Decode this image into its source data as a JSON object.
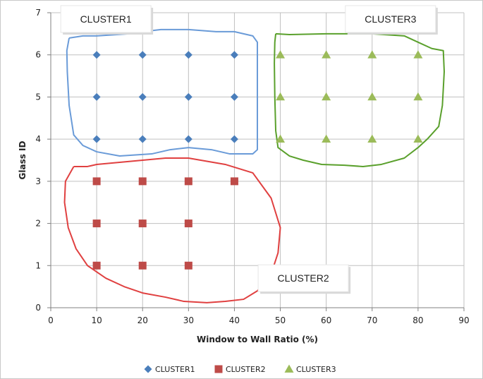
{
  "chart_data": {
    "type": "scatter",
    "xlabel": "Window to Wall Ratio (%)",
    "ylabel": "Glass ID",
    "xlim": [
      0,
      90
    ],
    "ylim": [
      0,
      7
    ],
    "xticks": [
      "0",
      "10",
      "20",
      "30",
      "40",
      "50",
      "60",
      "70",
      "80",
      "90"
    ],
    "yticks": [
      "0",
      "1",
      "2",
      "3",
      "4",
      "5",
      "6",
      "7"
    ],
    "grid": true,
    "legend_position": "bottom",
    "series": [
      {
        "name": "CLUSTER1",
        "marker": "diamond",
        "color": "#4a7ebb",
        "outline_color": "#6a9bd8",
        "points": [
          [
            10,
            6
          ],
          [
            20,
            6
          ],
          [
            30,
            6
          ],
          [
            40,
            6
          ],
          [
            10,
            5
          ],
          [
            20,
            5
          ],
          [
            30,
            5
          ],
          [
            40,
            5
          ],
          [
            10,
            4
          ],
          [
            20,
            4
          ],
          [
            30,
            4
          ],
          [
            40,
            4
          ]
        ]
      },
      {
        "name": "CLUSTER2",
        "marker": "square",
        "color": "#be4b48",
        "outline_color": "#e04040",
        "points": [
          [
            10,
            3
          ],
          [
            20,
            3
          ],
          [
            30,
            3
          ],
          [
            40,
            3
          ],
          [
            10,
            2
          ],
          [
            20,
            2
          ],
          [
            30,
            2
          ],
          [
            10,
            1
          ],
          [
            20,
            1
          ],
          [
            30,
            1
          ]
        ]
      },
      {
        "name": "CLUSTER3",
        "marker": "triangle",
        "color": "#9bbb59",
        "outline_color": "#5aa02c",
        "points": [
          [
            50,
            6
          ],
          [
            60,
            6
          ],
          [
            70,
            6
          ],
          [
            80,
            6
          ],
          [
            50,
            5
          ],
          [
            60,
            5
          ],
          [
            70,
            5
          ],
          [
            80,
            5
          ],
          [
            50,
            4
          ],
          [
            60,
            4
          ],
          [
            70,
            4
          ],
          [
            80,
            4
          ]
        ]
      }
    ],
    "annotations": [
      {
        "text": "CLUSTER1",
        "x": 12,
        "y": 6.85
      },
      {
        "text": "CLUSTER2",
        "x": 55,
        "y": 0.7
      },
      {
        "text": "CLUSTER3",
        "x": 74,
        "y": 6.85
      }
    ],
    "outlines": [
      {
        "series": "CLUSTER1",
        "points": [
          [
            4,
            6.4
          ],
          [
            7,
            6.45
          ],
          [
            10,
            6.45
          ],
          [
            17,
            6.5
          ],
          [
            20,
            6.55
          ],
          [
            24,
            6.6
          ],
          [
            30,
            6.6
          ],
          [
            36,
            6.55
          ],
          [
            40,
            6.55
          ],
          [
            44,
            6.45
          ],
          [
            45,
            6.3
          ],
          [
            45,
            5.5
          ],
          [
            45,
            4.5
          ],
          [
            45,
            3.75
          ],
          [
            44,
            3.65
          ],
          [
            39,
            3.65
          ],
          [
            35,
            3.75
          ],
          [
            30,
            3.8
          ],
          [
            26,
            3.75
          ],
          [
            22,
            3.65
          ],
          [
            15,
            3.6
          ],
          [
            10,
            3.7
          ],
          [
            7,
            3.85
          ],
          [
            5,
            4.1
          ],
          [
            4,
            4.8
          ],
          [
            3.6,
            5.6
          ],
          [
            3.5,
            6.1
          ],
          [
            4,
            6.4
          ]
        ]
      },
      {
        "series": "CLUSTER2",
        "points": [
          [
            5,
            3.35
          ],
          [
            8,
            3.35
          ],
          [
            10,
            3.4
          ],
          [
            15,
            3.45
          ],
          [
            20,
            3.5
          ],
          [
            25,
            3.55
          ],
          [
            30,
            3.55
          ],
          [
            38,
            3.4
          ],
          [
            44,
            3.2
          ],
          [
            48,
            2.6
          ],
          [
            50,
            1.9
          ],
          [
            49.5,
            1.3
          ],
          [
            48,
            0.8
          ],
          [
            45,
            0.4
          ],
          [
            42,
            0.2
          ],
          [
            38,
            0.15
          ],
          [
            34,
            0.12
          ],
          [
            29,
            0.15
          ],
          [
            25,
            0.25
          ],
          [
            20,
            0.35
          ],
          [
            16,
            0.5
          ],
          [
            12,
            0.7
          ],
          [
            8,
            1.0
          ],
          [
            5.5,
            1.4
          ],
          [
            3.8,
            1.9
          ],
          [
            3,
            2.5
          ],
          [
            3.2,
            3.0
          ],
          [
            5,
            3.35
          ]
        ]
      },
      {
        "series": "CLUSTER3",
        "points": [
          [
            49,
            6.5
          ],
          [
            52,
            6.48
          ],
          [
            60,
            6.5
          ],
          [
            70,
            6.5
          ],
          [
            77,
            6.45
          ],
          [
            80,
            6.3
          ],
          [
            83,
            6.15
          ],
          [
            85.5,
            6.1
          ],
          [
            85.7,
            5.6
          ],
          [
            85.3,
            4.8
          ],
          [
            84.5,
            4.3
          ],
          [
            82,
            4.0
          ],
          [
            80,
            3.8
          ],
          [
            77,
            3.55
          ],
          [
            72,
            3.4
          ],
          [
            68,
            3.35
          ],
          [
            64,
            3.38
          ],
          [
            59,
            3.4
          ],
          [
            55,
            3.5
          ],
          [
            52,
            3.6
          ],
          [
            49.5,
            3.8
          ],
          [
            49,
            4.2
          ],
          [
            48.8,
            5.0
          ],
          [
            48.7,
            5.8
          ],
          [
            48.8,
            6.3
          ],
          [
            49,
            6.5
          ]
        ]
      }
    ]
  }
}
